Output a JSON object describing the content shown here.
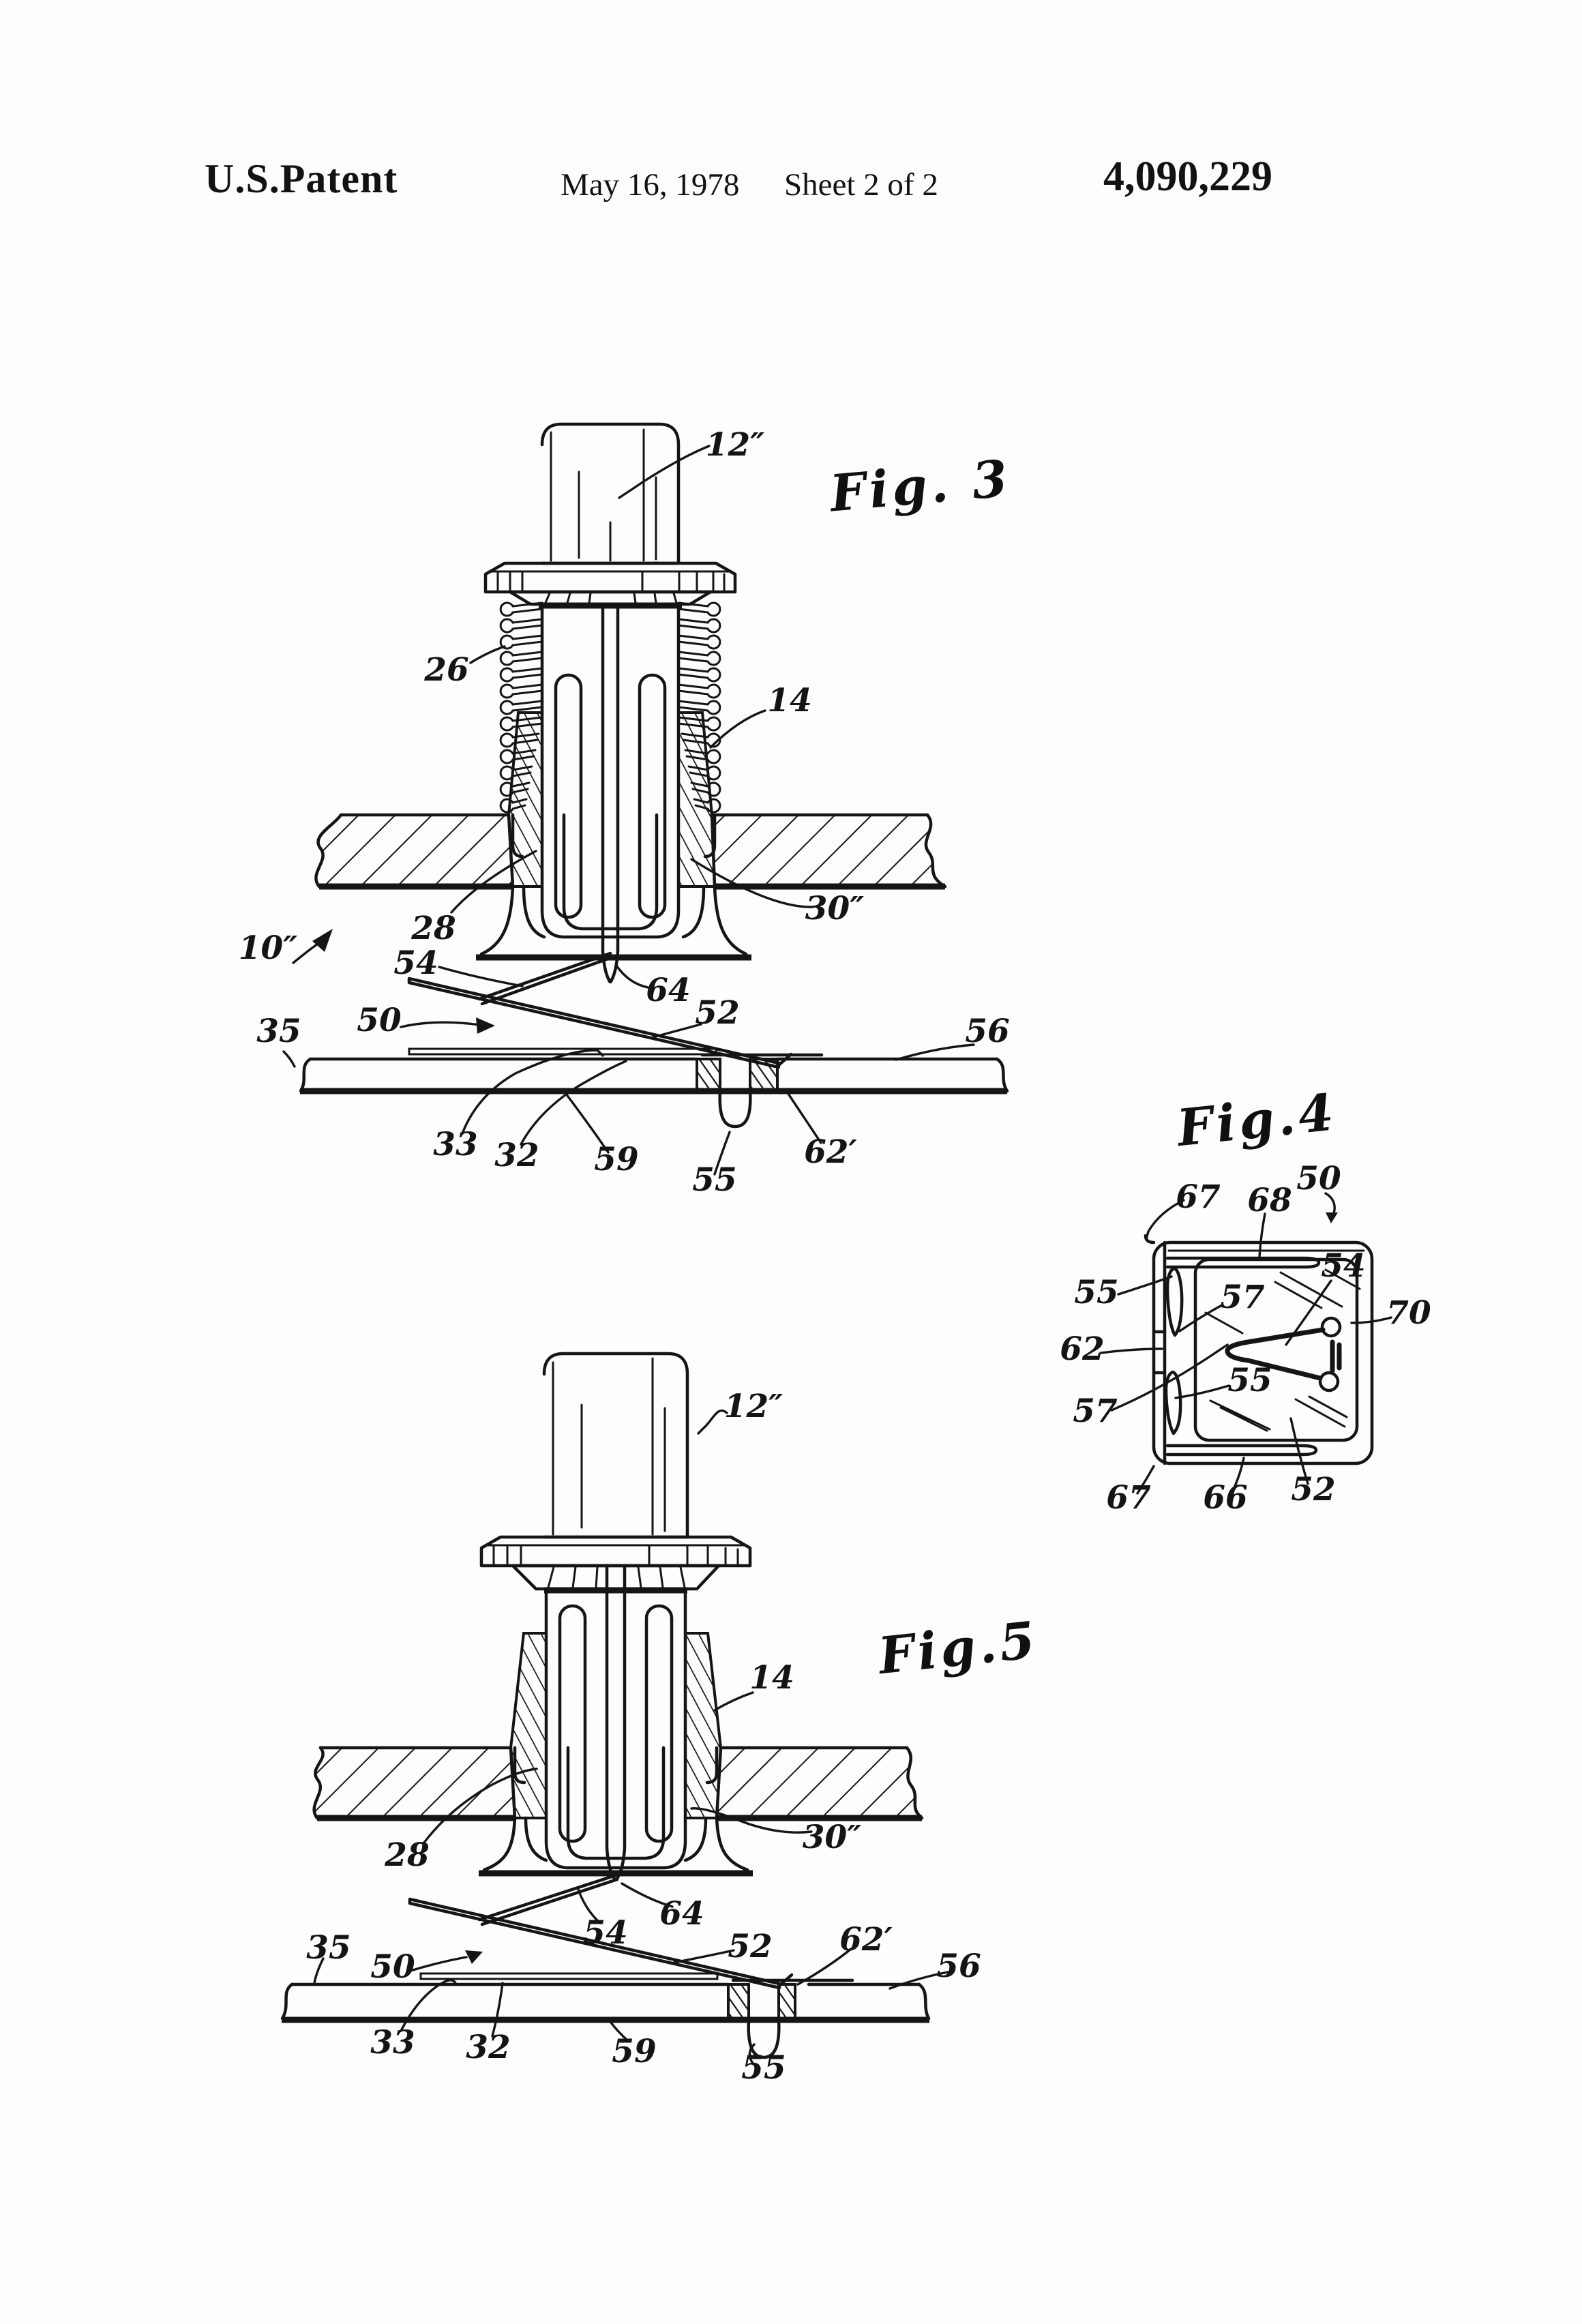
{
  "page": {
    "paper_color": "#fdfdfc",
    "ink_color": "#151515"
  },
  "header": {
    "title": "U.S.Patent",
    "date": "May 16, 1978",
    "sheet": "Sheet 2 of 2",
    "patent_number": "4,090,229"
  },
  "figures": [
    {
      "title": "Fig. 3",
      "labels": [
        {
          "text": "12″"
        },
        {
          "text": "26"
        },
        {
          "text": "14"
        },
        {
          "text": "28"
        },
        {
          "text": "30″"
        },
        {
          "text": "10″"
        },
        {
          "text": "54"
        },
        {
          "text": "64"
        },
        {
          "text": "50"
        },
        {
          "text": "35"
        },
        {
          "text": "52"
        },
        {
          "text": "56"
        },
        {
          "text": "33"
        },
        {
          "text": "32"
        },
        {
          "text": "59"
        },
        {
          "text": "55"
        },
        {
          "text": "62′"
        }
      ]
    },
    {
      "title": "Fig.4",
      "labels": [
        {
          "text": "67"
        },
        {
          "text": "68"
        },
        {
          "text": "50"
        },
        {
          "text": "54"
        },
        {
          "text": "70"
        },
        {
          "text": "55"
        },
        {
          "text": "57"
        },
        {
          "text": "62"
        },
        {
          "text": "55"
        },
        {
          "text": "57"
        },
        {
          "text": "67"
        },
        {
          "text": "66"
        },
        {
          "text": "52"
        }
      ]
    },
    {
      "title": "Fig.5",
      "labels": [
        {
          "text": "12″"
        },
        {
          "text": "14"
        },
        {
          "text": "28"
        },
        {
          "text": "30″"
        },
        {
          "text": "64"
        },
        {
          "text": "54"
        },
        {
          "text": "52"
        },
        {
          "text": "62′"
        },
        {
          "text": "56"
        },
        {
          "text": "35"
        },
        {
          "text": "50"
        },
        {
          "text": "33"
        },
        {
          "text": "32"
        },
        {
          "text": "59"
        },
        {
          "text": "55"
        }
      ]
    }
  ]
}
